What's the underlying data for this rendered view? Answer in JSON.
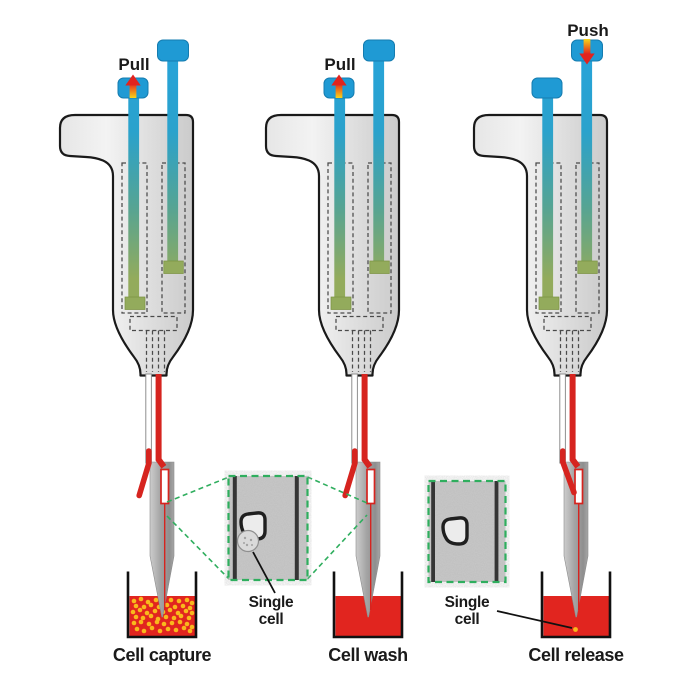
{
  "panels": [
    {
      "action_label": "Pull",
      "action_direction": "up",
      "caption": "Cell capture"
    },
    {
      "action_label": "Pull",
      "action_direction": "up",
      "caption": "Cell wash"
    },
    {
      "action_label": "Push",
      "action_direction": "down",
      "caption": "Cell release"
    }
  ],
  "insets": [
    {
      "label_line1": "Single",
      "label_line2": "cell",
      "content": "cell trapped in micro-channel hook"
    },
    {
      "label_line1": "Single",
      "label_line2": "cell",
      "content": "empty micro-channel hook"
    }
  ],
  "capture_beaker": {
    "dot_radius": 2.3,
    "cell_dots": [
      [
        134,
        601
      ],
      [
        141,
        599
      ],
      [
        148,
        602
      ],
      [
        156,
        600
      ],
      [
        163,
        602
      ],
      [
        171,
        600
      ],
      [
        179,
        601
      ],
      [
        187,
        600
      ],
      [
        192,
        603
      ],
      [
        136,
        606
      ],
      [
        144,
        607
      ],
      [
        151,
        605
      ],
      [
        159,
        607
      ],
      [
        167,
        605
      ],
      [
        175,
        607
      ],
      [
        183,
        606
      ],
      [
        190,
        608
      ],
      [
        133,
        612
      ],
      [
        140,
        610
      ],
      [
        147,
        613
      ],
      [
        155,
        611
      ],
      [
        163,
        612
      ],
      [
        170,
        610
      ],
      [
        178,
        613
      ],
      [
        186,
        611
      ],
      [
        192,
        613
      ],
      [
        136,
        617
      ],
      [
        143,
        618
      ],
      [
        151,
        616
      ],
      [
        158,
        619
      ],
      [
        166,
        617
      ],
      [
        174,
        618
      ],
      [
        181,
        616
      ],
      [
        189,
        618
      ],
      [
        134,
        623
      ],
      [
        141,
        622
      ],
      [
        149,
        624
      ],
      [
        157,
        622
      ],
      [
        164,
        624
      ],
      [
        172,
        623
      ],
      [
        180,
        622
      ],
      [
        187,
        624
      ],
      [
        192,
        627
      ],
      [
        137,
        629
      ],
      [
        144,
        631
      ],
      [
        152,
        628
      ],
      [
        160,
        631
      ],
      [
        168,
        629
      ],
      [
        176,
        630
      ],
      [
        184,
        628
      ],
      [
        190,
        631
      ]
    ]
  },
  "release_beaker": {
    "dot_radius": 2.4,
    "cell_dot": [
      575.5,
      629.5
    ]
  },
  "colors": {
    "plunger_blue": "#1f9ad4",
    "piston_green": "#93ab5c",
    "liquid_red": "#e1251f",
    "tube_red": "#d6241f",
    "cell_yellow": "#f9b91c",
    "body_gray": "#e0e0e0",
    "needle_gray": "#a8a8a8",
    "inset_border_green": "#2fae5e",
    "arrow_red": "#e1231e",
    "arrow_yellow": "#f8d51b"
  }
}
